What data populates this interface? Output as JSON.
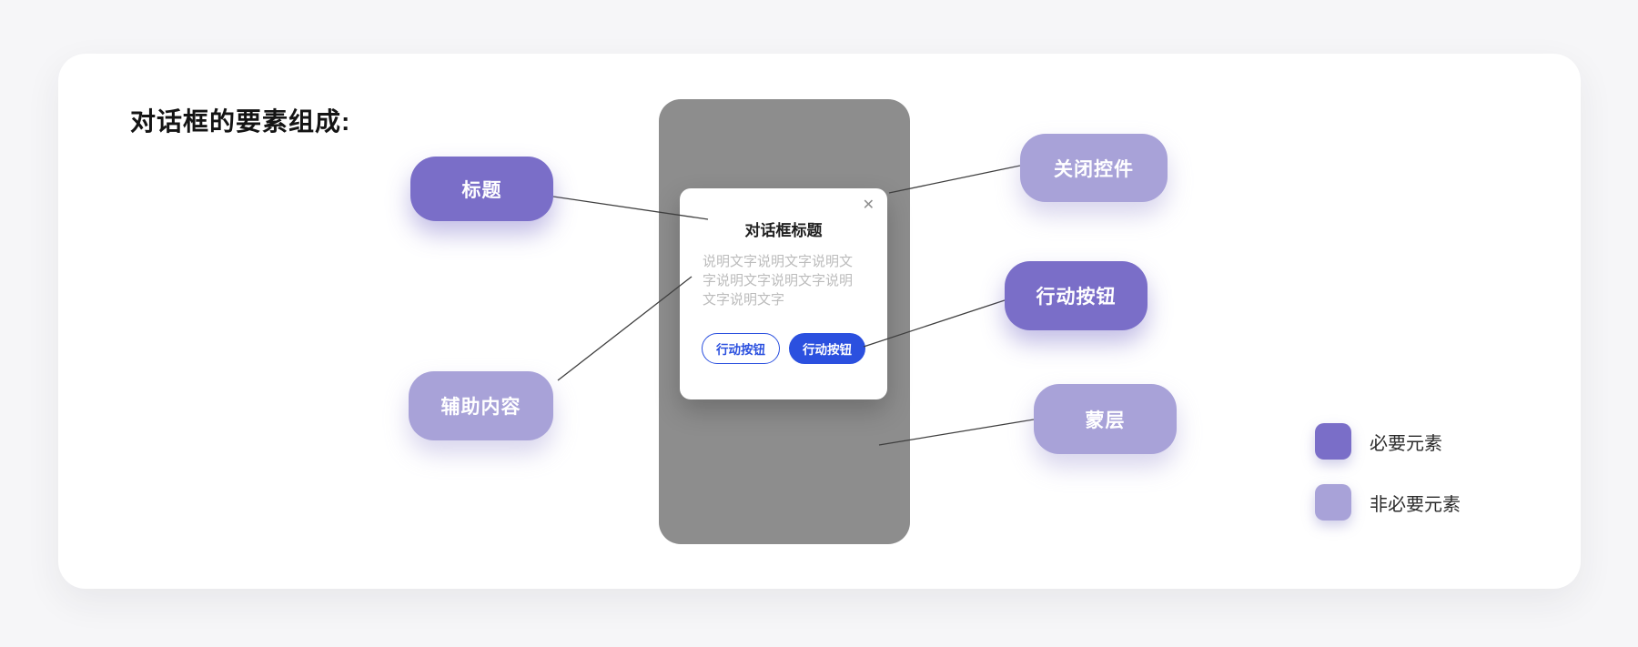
{
  "page": {
    "title": "对话框的要素组成:"
  },
  "colors": {
    "required": "#7A6EC8",
    "optional": "#A8A2D8",
    "mask": "#8D8D8D",
    "accent_blue": "#2B50DF"
  },
  "callouts": {
    "title": {
      "label": "标题",
      "type": "required"
    },
    "auxiliary": {
      "label": "辅助内容",
      "type": "optional"
    },
    "close": {
      "label": "关闭控件",
      "type": "optional"
    },
    "action": {
      "label": "行动按钮",
      "type": "required"
    },
    "mask": {
      "label": "蒙层",
      "type": "optional"
    }
  },
  "dialog": {
    "close_icon": "✕",
    "title": "对话框标题",
    "description": "说明文字说明文字说明文字说明文字说明文字说明文字说明文字",
    "buttons": [
      {
        "label": "行动按钮",
        "variant": "outline"
      },
      {
        "label": "行动按钮",
        "variant": "primary"
      }
    ]
  },
  "legend": {
    "items": [
      {
        "label": "必要元素",
        "color": "#7A6EC8"
      },
      {
        "label": "非必要元素",
        "color": "#A8A2D8"
      }
    ]
  }
}
